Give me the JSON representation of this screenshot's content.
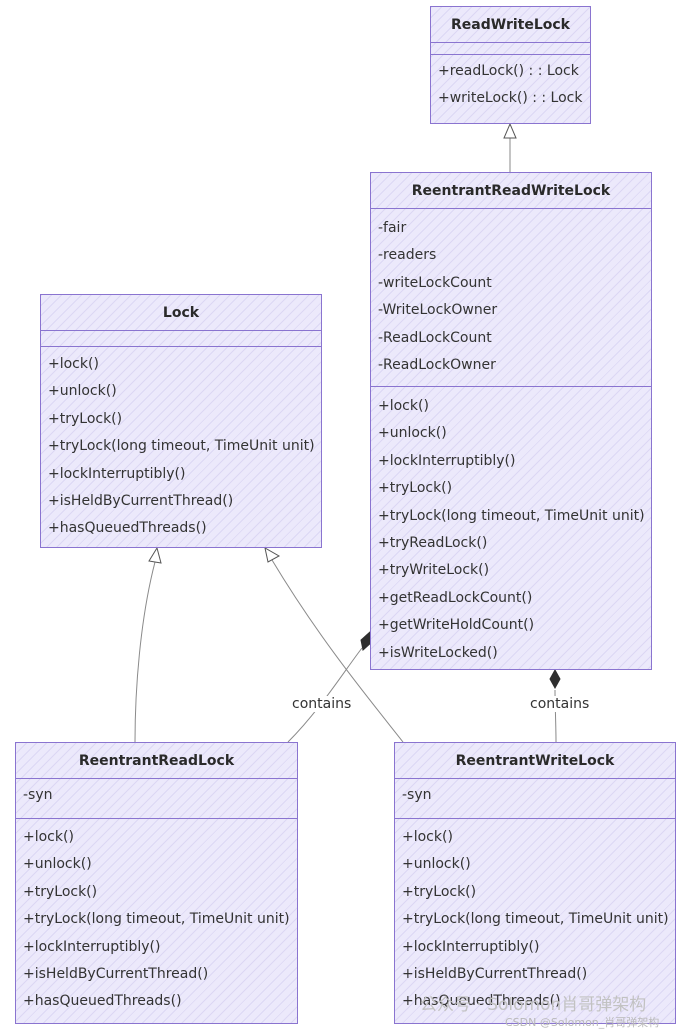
{
  "classes": {
    "read_write_lock": {
      "name": "ReadWriteLock",
      "attributes": [],
      "methods": [
        "+readLock() : : Lock",
        "+writeLock() : : Lock"
      ]
    },
    "reentrant_read_write_lock": {
      "name": "ReentrantReadWriteLock",
      "attributes": [
        "-fair",
        "-readers",
        "-writeLockCount",
        "-WriteLockOwner",
        "-ReadLockCount",
        "-ReadLockOwner"
      ],
      "methods": [
        "+lock()",
        "+unlock()",
        "+lockInterruptibly()",
        "+tryLock()",
        "+tryLock(long timeout, TimeUnit unit)",
        "+tryReadLock()",
        "+tryWriteLock()",
        "+getReadLockCount()",
        "+getWriteHoldCount()",
        "+isWriteLocked()"
      ]
    },
    "lock": {
      "name": "Lock",
      "attributes": [],
      "methods": [
        "+lock()",
        "+unlock()",
        "+tryLock()",
        "+tryLock(long timeout, TimeUnit unit)",
        "+lockInterruptibly()",
        "+isHeldByCurrentThread()",
        "+hasQueuedThreads()"
      ]
    },
    "reentrant_read_lock": {
      "name": "ReentrantReadLock",
      "attributes": [
        "-syn"
      ],
      "methods": [
        "+lock()",
        "+unlock()",
        "+tryLock()",
        "+tryLock(long timeout, TimeUnit unit)",
        "+lockInterruptibly()",
        "+isHeldByCurrentThread()",
        "+hasQueuedThreads()"
      ]
    },
    "reentrant_write_lock": {
      "name": "ReentrantWriteLock",
      "attributes": [
        "-syn"
      ],
      "methods": [
        "+lock()",
        "+unlock()",
        "+tryLock()",
        "+tryLock(long timeout, TimeUnit unit)",
        "+lockInterruptibly()",
        "+isHeldByCurrentThread()",
        "+hasQueuedThreads()"
      ]
    }
  },
  "relations": {
    "contains_read": "contains",
    "contains_write": "contains"
  },
  "watermark": {
    "line1": "CSDN @Solomon_肖哥弹架构",
    "line2": "公众号 · Solomon肖哥弹架构"
  },
  "colors": {
    "border": "#8a74d0",
    "fill": "#ece9fb",
    "line": "#8a8a8a"
  }
}
